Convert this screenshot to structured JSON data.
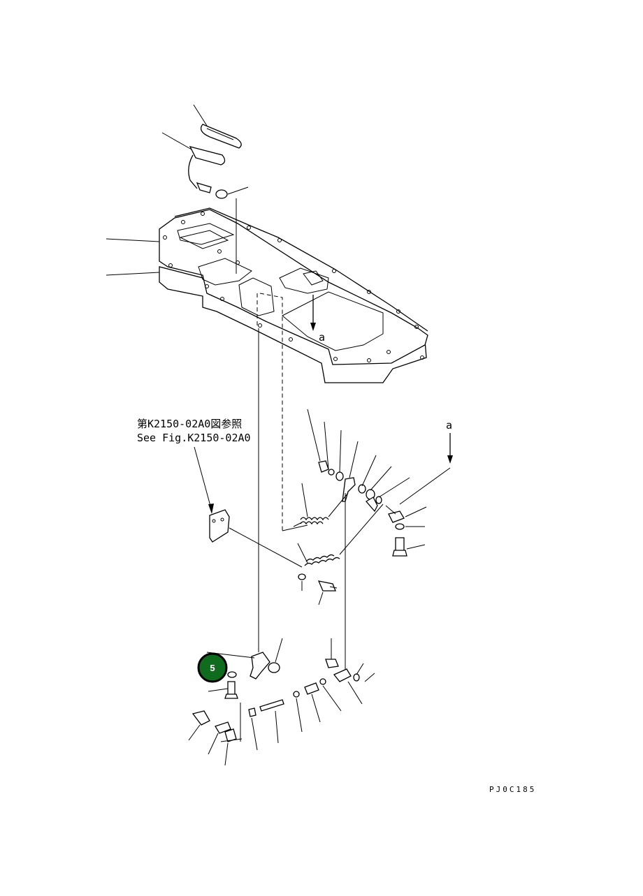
{
  "reference": {
    "line_jp": "第K2150-02A0図参照",
    "line_en": "See Fig.K2150-02A0"
  },
  "section_marker_top": "a",
  "section_marker_right": "a",
  "callout_badge": {
    "number": "5",
    "fill_color": "#0f6b1d",
    "ring_color": "#000000"
  },
  "drawing_code": "PJ0C185",
  "line_color": "#000000"
}
